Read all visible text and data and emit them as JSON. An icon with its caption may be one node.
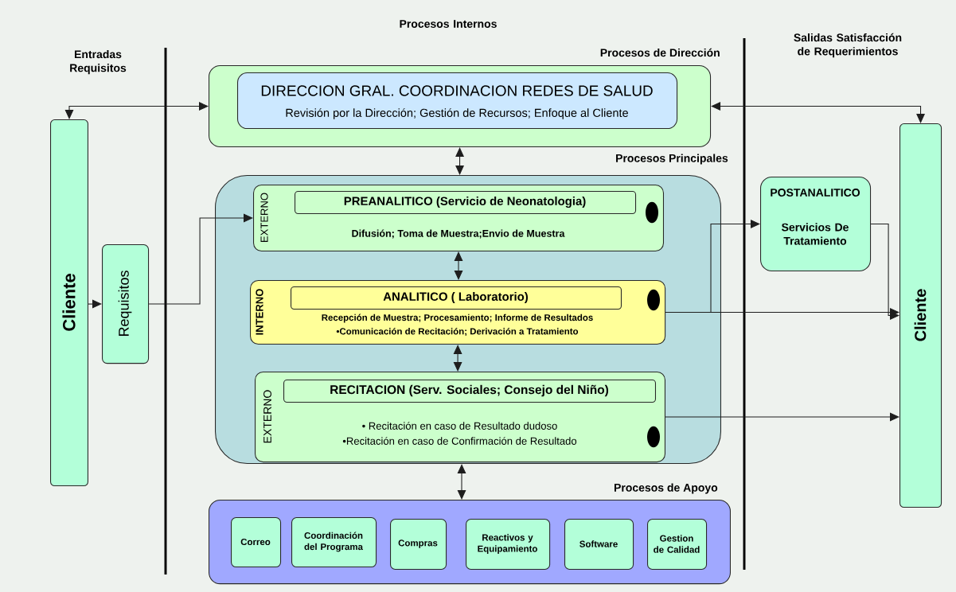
{
  "diagram": {
    "nodes": [
      {
        "text": [
          "Cliente"
        ]
      },
      {
        "text": [
          "Requisitos"
        ]
      },
      {
        "text": [
          "Procesos de Dirección"
        ]
      },
      {
        "text": [
          "DIRECCION GRAL. COORDINACION REDES DE  SALUD",
          "Revisión por la Dirección; Gestión de Recursos; Enfoque al Cliente"
        ],
        "in": 2
      },
      {
        "text": [
          "Procesos Principales"
        ]
      },
      {
        "text": [
          "EXTERNO",
          "Difusión; Toma de Muestra;Envio de Muestra"
        ],
        "in": 4
      },
      {
        "text": [
          "PREANALITICO   (Servicio de Neonatologia)"
        ],
        "in": 5
      },
      {
        "text": [
          "INTERNO",
          "Recepción de Muestra; Procesamiento; Informe de Resultados",
          "•Comunicación de Recitación; Derivación a Tratamiento"
        ],
        "in": 4
      },
      {
        "text": [
          "ANALITICO      ( Laboratorio)"
        ],
        "in": 7
      },
      {
        "text": [
          "EXTERNO",
          "• Recitación en caso de Resultado dudoso",
          "•Recitación en caso de Confirmación de Resultado"
        ],
        "in": 4
      },
      {
        "text": [
          "RECITACION  (Serv. Sociales; Consejo del Niño)"
        ],
        "in": 9
      },
      {
        "text": [
          "Procesos de Apoyo"
        ]
      },
      {
        "text": [
          "Correo"
        ],
        "in": 11
      },
      {
        "text": [
          "Coordinación del Programa"
        ],
        "in": 11
      },
      {
        "text": [
          "Compras"
        ],
        "in": 11
      },
      {
        "text": [
          "Reactivos y Equipamiento"
        ],
        "in": 11
      },
      {
        "text": [
          "Software"
        ],
        "in": 11
      },
      {
        "text": [
          "Gestion de Calidad"
        ],
        "in": 11
      },
      {
        "text": [
          "POSTANALITICO",
          "Servicios De Tratamiento"
        ]
      },
      {
        "text": [
          "Cliente"
        ]
      }
    ],
    "edges": [
      {
        "from": 0,
        "to": 2,
        "arrow": "both"
      },
      {
        "from": 2,
        "to": 19,
        "arrow": "both"
      },
      {
        "from": 2,
        "to": 4,
        "arrow": "both"
      },
      {
        "from": 5,
        "to": 7,
        "arrow": "both"
      },
      {
        "from": 7,
        "to": 9,
        "arrow": "both"
      },
      {
        "from": 4,
        "to": 11,
        "arrow": "both"
      },
      {
        "from": 0,
        "to": 1,
        "arrow": "to"
      },
      {
        "from": 1,
        "to": 5,
        "arrow": "to"
      },
      {
        "from": 7,
        "to": 18,
        "arrow": "to"
      },
      {
        "from": 7,
        "to": 19,
        "arrow": "to"
      },
      {
        "from": 18,
        "to": 19,
        "arrow": "to"
      },
      {
        "from": 9,
        "to": 19,
        "arrow": "to"
      }
    ],
    "labels": [
      "Entradas Requisitos",
      "Procesos Internos",
      "Salidas Satisfacción de Requerimientos"
    ]
  }
}
